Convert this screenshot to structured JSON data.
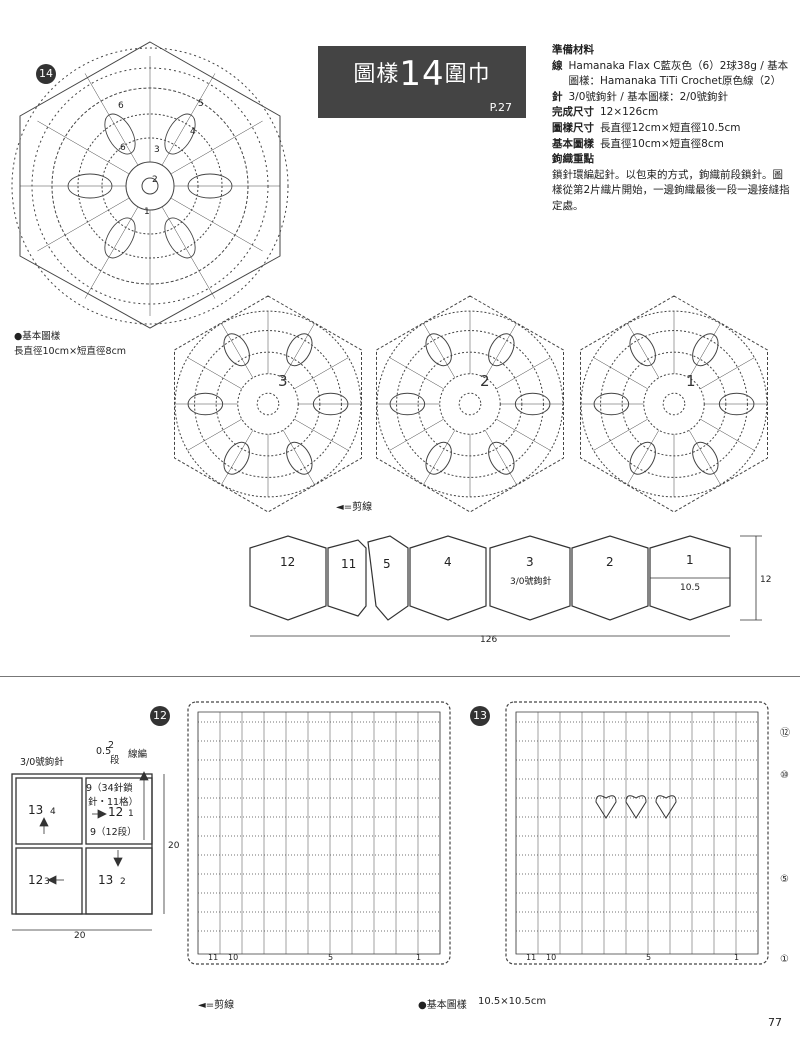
{
  "title": {
    "prefix": "圖樣",
    "number": "14",
    "suffix": "圍巾",
    "page_ref": "P.27"
  },
  "materials": {
    "heading": "準備材料",
    "yarn_label": "線",
    "yarn_text": "Hamanaka Flax C藍灰色（6）2球38g / 基本圖樣：Hamanaka TiTi Crochet原色線（2）",
    "needle_label": "針",
    "needle_text": "3/0號鉤針 / 基本圖樣：2/0號鉤針",
    "size_label": "完成尺寸",
    "size_text": "12×126cm",
    "motif_label": "圖樣尺寸",
    "motif_text": "長直徑12cm×短直徑10.5cm",
    "basic_label": "基本圖樣",
    "basic_text": "長直徑10cm×短直徑8cm",
    "points_label": "鉤織重點",
    "points_text": "鎖針環編起針。以包束的方式，鉤織前段鎖針。圖樣從第2片織片開始，一邊鉤織最後一段一邊接縫指定處。"
  },
  "diagram14": {
    "badge": "14",
    "row_labels": [
      "1",
      "2",
      "3",
      "4",
      "5",
      "6",
      "6"
    ],
    "basic_note": "●基本圖樣",
    "basic_size": "長直徑10cm×短直徑8cm"
  },
  "motif_row": {
    "numbers": [
      "3",
      "2",
      "1"
    ],
    "cut_label": "◄=剪線"
  },
  "layout": {
    "hexes": [
      "12",
      "11",
      "5",
      "4",
      "3",
      "2",
      "1"
    ],
    "needle": "3/0號鉤針",
    "short_d": "10.5",
    "height": "12",
    "length": "126"
  },
  "square_layout": {
    "needle": "3/0號鉤針",
    "chain_note": "線編",
    "half": "0.5",
    "top_num": "2",
    "seg": "段",
    "nine_a": "9（34針鎖",
    "nine_b": "針・11格）",
    "nine_c": "9（12段）",
    "inner_12": "12",
    "inner_1": "1",
    "cells": [
      {
        "num": "13",
        "sub": "4"
      },
      {
        "num": "12",
        "sub": "3"
      },
      {
        "num": "13",
        "sub": "2"
      }
    ],
    "side": "20",
    "bottom": "20"
  },
  "grid12": {
    "badge": "12",
    "cols": [
      "11",
      "10",
      "5",
      "1"
    ],
    "cut_label": "◄=剪線"
  },
  "grid13": {
    "badge": "13",
    "cols": [
      "11",
      "10",
      "5",
      "1"
    ],
    "row_marks": [
      "⑫",
      "⑩",
      "⑤",
      "①"
    ],
    "basic_note": "●基本圖樣",
    "basic_size": "10.5×10.5cm"
  },
  "page_number": "77",
  "colors": {
    "ink": "#333333",
    "title_bg": "#444444"
  }
}
